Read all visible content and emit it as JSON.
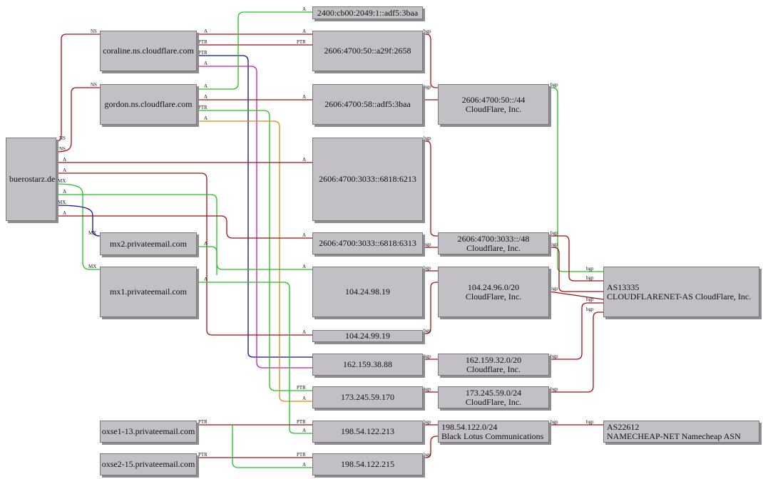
{
  "nodes": {
    "buerostarz": "buerostarz.de",
    "coraline": "coraline.ns.cloudflare.com",
    "gordon": "gordon.ns.cloudflare.com",
    "mx2": "mx2.privateemail.com",
    "mx1": "mx1.privateemail.com",
    "oxse1": "oxse1-13.privateemail.com",
    "oxse2": "oxse2-15.privateemail.com",
    "ip_2400": "2400:cb00:2049:1::adf5:3baa",
    "ip_a29f": "2606:4700:50::a29f:2658",
    "ip_58": "2606:4700:58::adf5:3baa",
    "ip_6213": "2606:4700:3033::6818:6213",
    "ip_6313": "2606:4700:3033::6818:6313",
    "ip_9819": "104.24.98.19",
    "ip_9919": "104.24.99.19",
    "ip_162": "162.159.38.88",
    "ip_173": "173.245.59.170",
    "ip_213": "198.54.122.213",
    "ip_215": "198.54.122.215",
    "net_50_44": "2606:4700:50::/44\nCloudFlare, Inc.",
    "net_3033_48": "2606:4700:3033::/48\nCloudflare, Inc.",
    "net_104": "104.24.96.0/20\nCloudFlare, Inc.",
    "net_162": "162.159.32.0/20\nCloudflare, Inc.",
    "net_173": "173.245.59.0/24\nCloudFlare, Inc.",
    "net_198": "198.54.122.0/24\nBlack Lotus Communications",
    "as13335": "AS13335\nCLOUDFLARENET-AS CloudFlare, Inc.",
    "as22612": "AS22612\nNAMECHEAP-NET Namecheap ASN"
  },
  "colors": {
    "red": "#a50f15",
    "green": "#1fc21f",
    "navy": "#10127a",
    "magenta": "#c41fa6",
    "orange": "#e08a0e",
    "node_fill": "#c2c0c4"
  },
  "edge_labels": {
    "ns": "NS",
    "a": "A",
    "mx": "MX",
    "ptr": "PTR",
    "bgp": "bgp"
  }
}
